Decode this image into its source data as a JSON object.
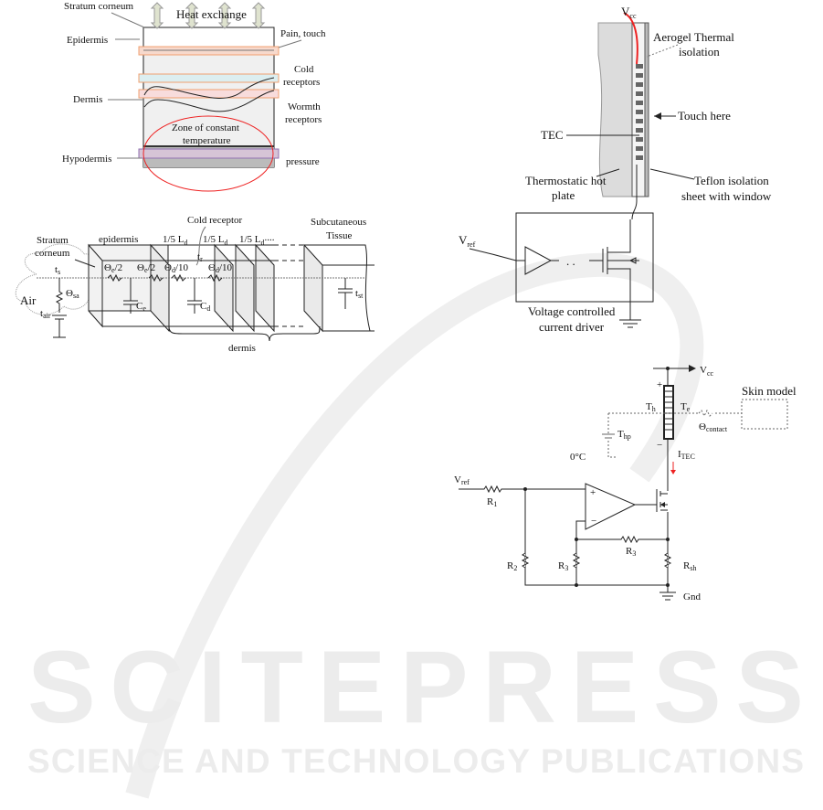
{
  "watermark": {
    "brand": "SCITEPRESS",
    "tagline": "SCIENCE AND TECHNOLOGY PUBLICATIONS"
  },
  "fig_skin_layers": {
    "stratum": "Stratum corneum",
    "heat": "Heat exchange",
    "epidermis": "Epidermis",
    "pain": "Pain, touch",
    "cold1": "Cold",
    "cold2": "receptors",
    "dermis": "Dermis",
    "warm1": "Wormth",
    "warm2": "receptors",
    "zone1": "Zone of constant",
    "zone2": "temperature",
    "hypodermis": "Hypodermis",
    "pressure": "pressure"
  },
  "fig_thermal_model": {
    "cold_receptor": "Cold receptor",
    "epidermis": "epidermis",
    "stratum1": "Stratum",
    "stratum2": "corneum",
    "ld": "1/5 L",
    "ld_sub": "d",
    "ld_dots": "....",
    "sub1": "Subcutaneous",
    "sub2": "Tissue",
    "air": "Air",
    "ts": "t",
    "ts_sub": "s",
    "theta": "Θ",
    "theta_sub": "sa",
    "tair": "t",
    "tair_sub": "air",
    "thetae": "Θ",
    "thetae_sub": "e",
    "half": "/2",
    "thetad": "Θ",
    "thetad_sub": "d",
    "tenth": "/10",
    "tr": "t",
    "tr_sub": "r",
    "ce": "C",
    "ce_sub": "e",
    "cd": "C",
    "cd_sub": "d",
    "tst": "t",
    "tst_sub": "st",
    "dermis": "dermis"
  },
  "fig_setup": {
    "vcc": "V",
    "vcc_sub": "cc",
    "aerogel1": "Aerogel Thermal",
    "aerogel2": "isolation",
    "touch": "Touch here",
    "tec": "TEC",
    "hot1": "Thermostatic hot",
    "hot2": "plate",
    "teflon1": "Teflon isolation",
    "teflon2": "sheet with window",
    "vref": "V",
    "vref_sub": "ref",
    "dots": ". .",
    "driver1": "Voltage controlled",
    "driver2": "current driver"
  },
  "fig_circuit": {
    "vcc": "V",
    "vcc_sub": "cc",
    "skin": "Skin model",
    "th": "T",
    "th_sub": "h",
    "te": "T",
    "te_sub": "e",
    "theta": "Θ",
    "theta_sub": "contact",
    "thp": "T",
    "thp_sub": "hp",
    "zero": "0°C",
    "itec": "I",
    "itec_sub": "TEC",
    "vref": "V",
    "vref_sub": "ref",
    "r1": "R",
    "r1_sub": "1",
    "r2": "R",
    "r2_sub": "2",
    "r3": "R",
    "r3_sub": "3",
    "r3b": "R",
    "r3b_sub": "3",
    "rsh": "R",
    "rsh_sub": "sh",
    "gnd": "Gnd",
    "plus": "+",
    "minus": "−"
  }
}
